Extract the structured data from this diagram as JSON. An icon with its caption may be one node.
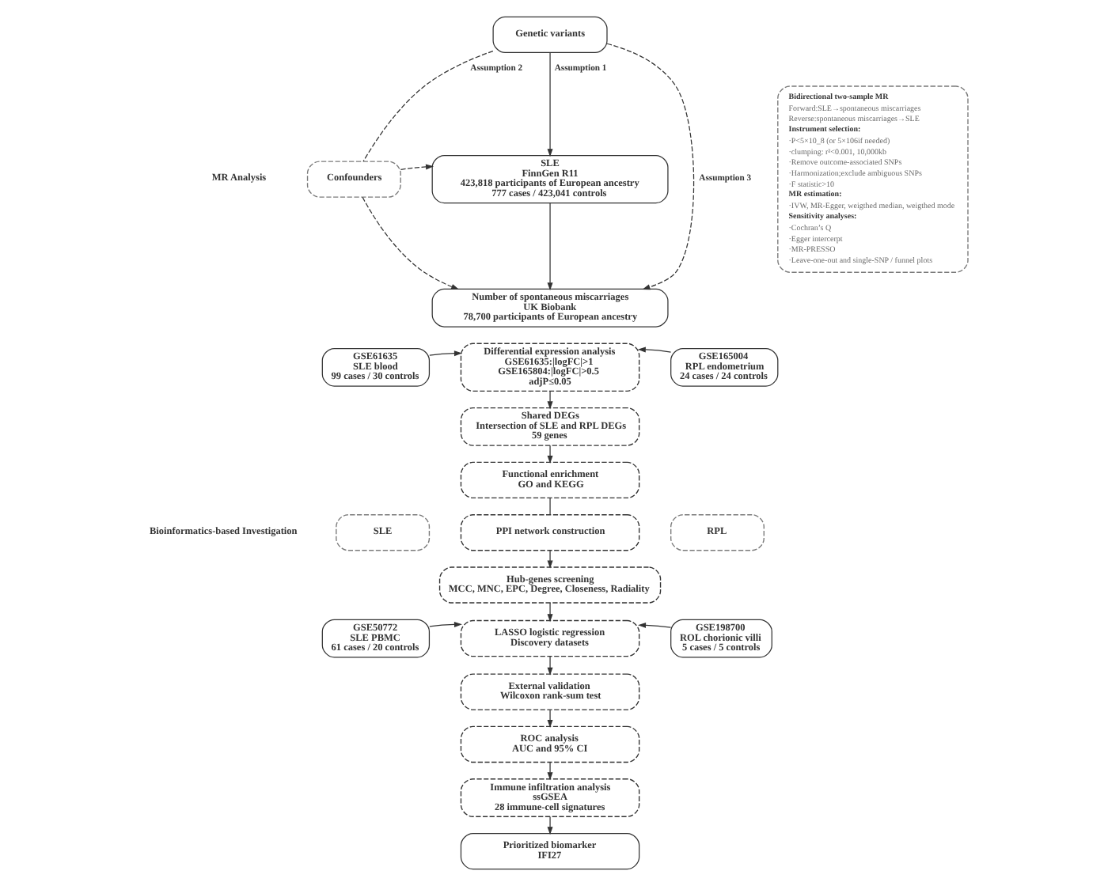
{
  "diagram": {
    "nodes": [
      {
        "text": [
          "Genetic variants"
        ]
      },
      {
        "text": [
          "Confounders"
        ]
      },
      {
        "text": [
          "SLE",
          "FinnGen R11",
          "423,818 participants of European ancestry",
          "777 cases / 423,041 controls"
        ]
      },
      {
        "text": [
          "Number of spontaneous miscarriages",
          "UK Biobank",
          "78,700 participants of European ancestry"
        ]
      },
      {
        "text": [
          "Bidirectional two-sample MR",
          "Forward:SLE→spontaneous miscarriages",
          "Reverse:spontaneous miscarriages→SLE",
          "Instrument selection:",
          "·P<5×10_8 (or 5×106if needed)",
          "·clumping: r²<0.001, 10,000kb",
          "·Remove outcome-associated SNPs",
          "·Harmonization;exclude ambiguous SNPs",
          "·F statistic>10",
          "MR estimation:",
          "·IVW, MR-Egger, weigthed median, weigthed mode",
          "Sensitivity analyses:",
          "·Cochran’s Q",
          "·Egger intercerpt",
          "·MR-PRESSO",
          "·Leave-one-out and single-SNP / funnel plots"
        ]
      },
      {
        "text": [
          "GSE61635",
          "SLE blood",
          "99 cases / 30 controls"
        ]
      },
      {
        "text": [
          "Differential expression analysis",
          "GSE61635:|logFC|>1",
          "GSE165804:|logFC|>0.5",
          "adjP≤0.05"
        ]
      },
      {
        "text": [
          "GSE165004",
          "RPL endometrium",
          "24 cases / 24 controls"
        ]
      },
      {
        "text": [
          "Shared DEGs",
          "Intersection of SLE and RPL DEGs",
          "59 genes"
        ]
      },
      {
        "text": [
          "Functional enrichment",
          "GO and KEGG"
        ]
      },
      {
        "text": [
          "SLE"
        ]
      },
      {
        "text": [
          "PPI network construction"
        ]
      },
      {
        "text": [
          "RPL"
        ]
      },
      {
        "text": [
          "Hub-genes screening",
          "MCC, MNC, EPC, Degree, Closeness, Radiality"
        ]
      },
      {
        "text": [
          "GSE50772",
          "SLE PBMC",
          "61 cases / 20 controls"
        ]
      },
      {
        "text": [
          "LASSO logistic regression",
          "Discovery datasets"
        ]
      },
      {
        "text": [
          "GSE198700",
          "ROL chorionic villi",
          "5 cases / 5 controls"
        ]
      },
      {
        "text": [
          "External validation",
          "Wilcoxon rank-sum test"
        ]
      },
      {
        "text": [
          "ROC analysis",
          "AUC and 95% CI"
        ]
      },
      {
        "text": [
          "Immune infiltration analysis",
          "ssGSEA",
          "28 immune-cell signatures"
        ]
      },
      {
        "text": [
          "Prioritized biomarker",
          "IFI27"
        ]
      }
    ],
    "edges": [
      {
        "from": 0,
        "to": 1,
        "arrow": "none",
        "style": "dashed",
        "label": "Assumption 2"
      },
      {
        "from": 0,
        "to": 2,
        "arrow": "to",
        "label": "Assumption 1"
      },
      {
        "from": 0,
        "to": 3,
        "arrow": "to",
        "style": "dashed",
        "label": "Assumption 3"
      },
      {
        "from": 1,
        "to": 2,
        "arrow": "to",
        "style": "dashed"
      },
      {
        "from": 1,
        "to": 3,
        "arrow": "to",
        "style": "dashed"
      },
      {
        "from": 2,
        "to": 3,
        "arrow": "to"
      },
      {
        "from": 5,
        "to": 6,
        "arrow": "to"
      },
      {
        "from": 7,
        "to": 6,
        "arrow": "to"
      },
      {
        "from": 6,
        "to": 8,
        "arrow": "to"
      },
      {
        "from": 8,
        "to": 9,
        "arrow": "to"
      },
      {
        "from": 9,
        "to": 11,
        "arrow": "none"
      },
      {
        "from": 11,
        "to": 13,
        "arrow": "to"
      },
      {
        "from": 13,
        "to": 15,
        "arrow": "to"
      },
      {
        "from": 14,
        "to": 15,
        "arrow": "to"
      },
      {
        "from": 16,
        "to": 15,
        "arrow": "to"
      },
      {
        "from": 15,
        "to": 17,
        "arrow": "to"
      },
      {
        "from": 17,
        "to": 18,
        "arrow": "to"
      },
      {
        "from": 18,
        "to": 19,
        "arrow": "to"
      },
      {
        "from": 19,
        "to": 20,
        "arrow": "to"
      }
    ],
    "labels": [
      "MR Analysis",
      "Bioinformatics-based Investigation"
    ]
  }
}
